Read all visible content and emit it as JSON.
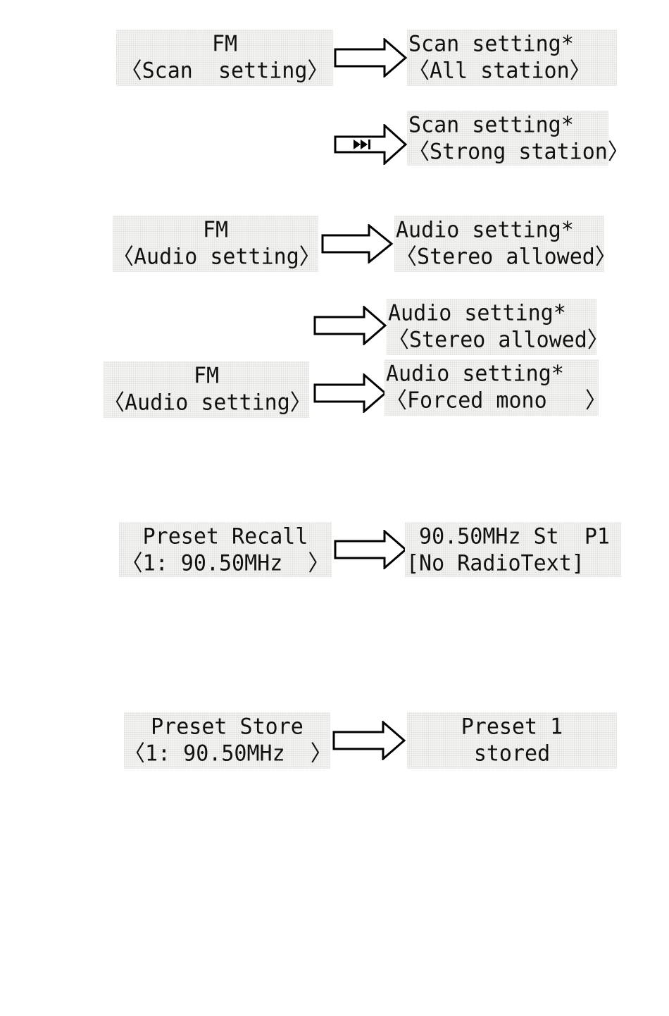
{
  "colors": {
    "lcd_background": "#f3f3f0",
    "text": "#111111",
    "arrow_stroke": "#000000"
  },
  "flows": {
    "scan": {
      "source": {
        "line1": "FM",
        "line2": "〈Scan  setting〉"
      },
      "result_a": {
        "line1": "Scan setting*",
        "line2": "〈All station〉"
      },
      "next_icon": "skip-next-icon",
      "result_b": {
        "line1": "Scan setting*",
        "line2": "〈Strong station〉"
      }
    },
    "audio_1": {
      "source": {
        "line1": "FM",
        "line2": "〈Audio setting〉"
      },
      "result_a": {
        "line1": "Audio setting*",
        "line2": "〈Stereo allowed〉"
      }
    },
    "audio_2": {
      "result_a": {
        "line1": "Audio setting*",
        "line2": "〈Stereo allowed〉"
      },
      "source": {
        "line1": "FM",
        "line2": "〈Audio setting〉"
      },
      "result_b": {
        "line1": "Audio setting*",
        "line2": "〈Forced mono   〉"
      }
    },
    "preset_recall": {
      "source": {
        "line1": "Preset Recall",
        "line2": "〈1: 90.50MHz  〉"
      },
      "result": {
        "line1": " 90.50MHz St  P1",
        "line2": "[No RadioText]"
      }
    },
    "preset_store": {
      "source": {
        "line1": "Preset Store",
        "line2": "〈1: 90.50MHz  〉"
      },
      "result": {
        "line1": "Preset 1",
        "line2": "stored"
      }
    }
  }
}
